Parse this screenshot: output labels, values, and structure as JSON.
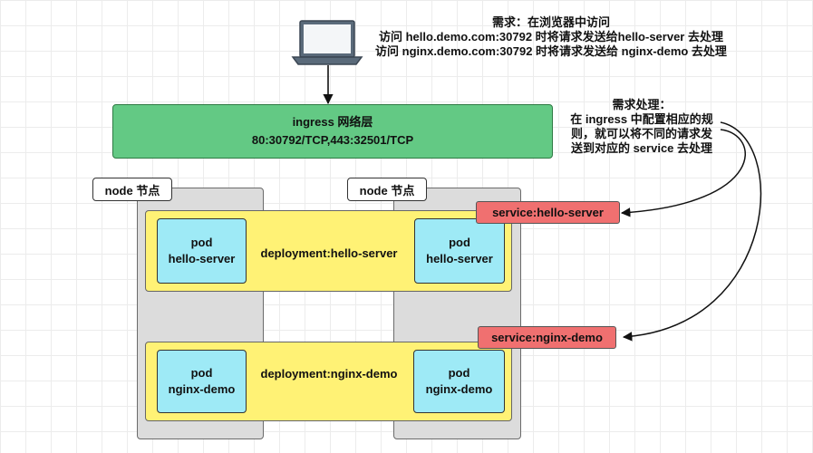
{
  "requirement": {
    "title": "需求：在浏览器中访问",
    "line1": "访问 hello.demo.com:30792 时将请求发送给hello-server 去处理",
    "line2": "访问 nginx.demo.com:30792 时将请求发送给 nginx-demo 去处理"
  },
  "ingress": {
    "title": "ingress 网络层",
    "ports": "80:30792/TCP,443:32501/TCP"
  },
  "processing": {
    "title": "需求处理：",
    "line1": "在 ingress 中配置相应的规",
    "line2": "则，就可以将不同的请求发",
    "line3": "送到对应的 service 去处理"
  },
  "nodes": [
    {
      "label": "node 节点"
    },
    {
      "label": "node 节点"
    }
  ],
  "deployments": [
    {
      "label": "deployment:hello-server",
      "pods": [
        {
          "title": "pod",
          "name": "hello-server"
        },
        {
          "title": "pod",
          "name": "hello-server"
        }
      ]
    },
    {
      "label": "deployment:nginx-demo",
      "pods": [
        {
          "title": "pod",
          "name": "nginx-demo"
        },
        {
          "title": "pod",
          "name": "nginx-demo"
        }
      ]
    }
  ],
  "services": [
    {
      "label": "service:hello-server"
    },
    {
      "label": "service:nginx-demo"
    }
  ],
  "colors": {
    "ingress": "#63c984",
    "deployment": "#fff275",
    "pod": "#9eeaf6",
    "service": "#f07070",
    "node": "#dcdcdc"
  },
  "icons": {
    "client": "laptop-icon"
  }
}
